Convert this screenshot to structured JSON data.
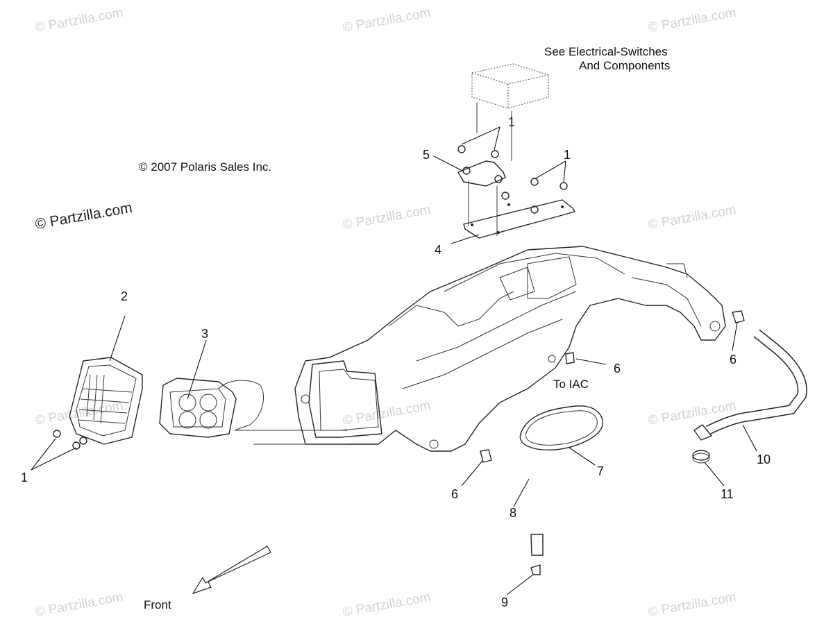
{
  "diagram": {
    "copyright": "© 2007 Polaris Sales Inc.",
    "watermark_main": "© Partzilla.com",
    "watermark_faint": "© Partzilla.com",
    "note_electrical_line1": "See Electrical-Switches",
    "note_electrical_line2": "And Components",
    "note_iac": "To IAC",
    "front_label": "Front",
    "callouts": {
      "c1_top_a": "1",
      "c1_top_b": "1",
      "c1_left": "1",
      "c2": "2",
      "c3": "3",
      "c4": "4",
      "c5": "5",
      "c6_iac": "6",
      "c6_right": "6",
      "c6_lower": "6",
      "c7": "7",
      "c8": "8",
      "c9": "9",
      "c10": "10",
      "c11": "11"
    }
  }
}
